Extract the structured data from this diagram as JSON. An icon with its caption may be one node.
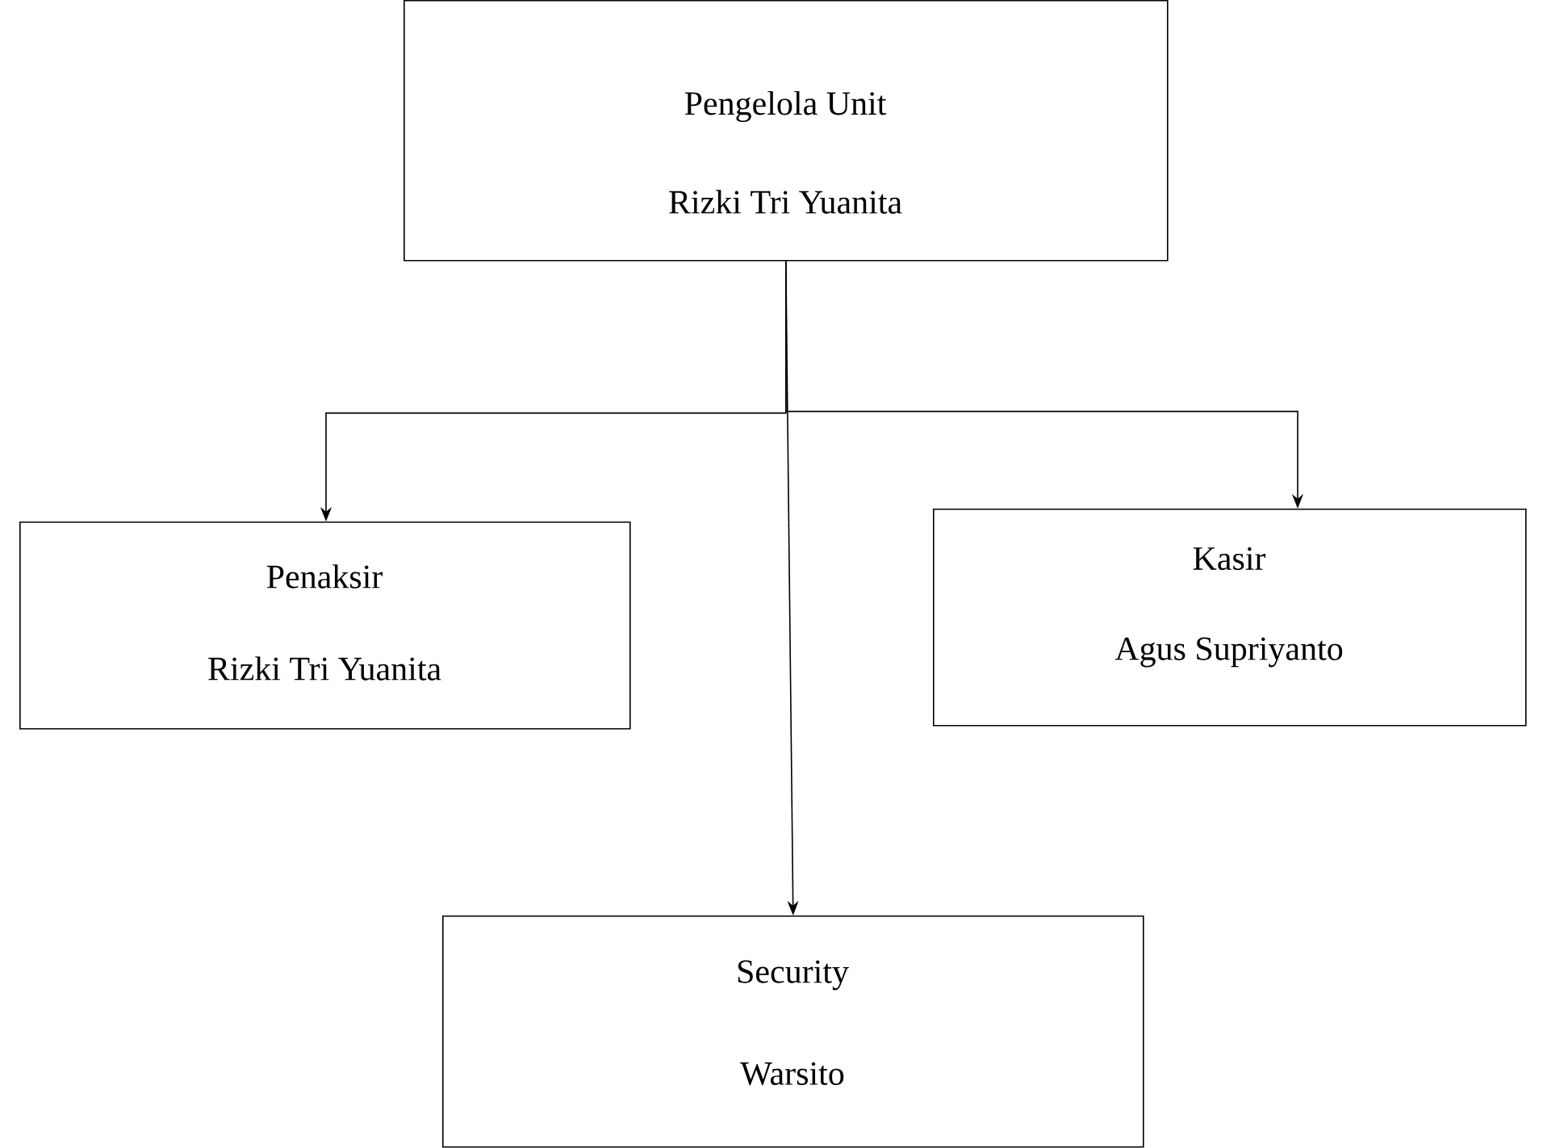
{
  "diagram": {
    "nodes": [
      {
        "text": [
          "Pengelola Unit",
          "Rizki Tri Yuanita"
        ]
      },
      {
        "text": [
          "Penaksir",
          "Rizki Tri Yuanita"
        ]
      },
      {
        "text": [
          "Kasir",
          "Agus Supriyanto"
        ]
      },
      {
        "text": [
          "Security",
          "Warsito"
        ]
      }
    ],
    "edges": [
      {
        "from": 0,
        "to": 1,
        "arrow": "to"
      },
      {
        "from": 0,
        "to": 2,
        "arrow": "to"
      },
      {
        "from": 0,
        "to": 3,
        "arrow": "to"
      }
    ]
  }
}
